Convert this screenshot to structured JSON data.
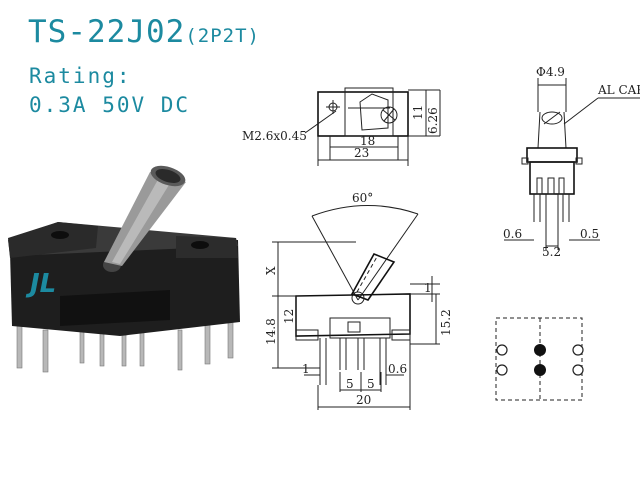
{
  "header": {
    "model": "TS-22J02",
    "config": "(2P2T)",
    "rating_label": "Rating:",
    "rating_value": "0.3A  50V  DC"
  },
  "top_view": {
    "thread": "M2.6x0.45",
    "dim_11": "11",
    "dim_6_26": "6.26",
    "dim_18": "18",
    "dim_23": "23"
  },
  "end_view": {
    "diameter": "Φ4.9",
    "cap_label": "AL CAP",
    "dim_0_6": "0.6",
    "dim_0_5": "0.5",
    "dim_5_2": "5.2"
  },
  "front_view": {
    "angle": "60°",
    "x_label": "X",
    "dim_1_top": "1",
    "dim_14_8": "14.8",
    "dim_12": "12",
    "dim_15_2": "15.2",
    "dim_1_bottom": "1",
    "dim_5_left": "5",
    "dim_5_right": "5",
    "dim_0_6": "0.6",
    "dim_20": "20"
  },
  "brand_logo": "JL",
  "colors": {
    "accent": "#1c8aa0",
    "housing": "#1f1f1f",
    "lever": "#9a9a9a"
  }
}
